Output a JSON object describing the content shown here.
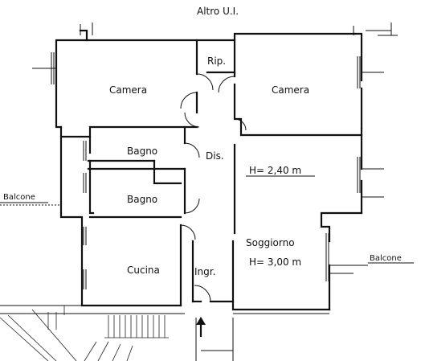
{
  "plan": {
    "header": "Altro U.I.",
    "rooms": {
      "camera_left": "Camera",
      "rip": "Rip.",
      "camera_right": "Camera",
      "bagno_top": "Bagno",
      "dis": "Dis.",
      "height_dis": "H= 2,40 m",
      "balcone_left": "Balcone",
      "bagno_bottom": "Bagno",
      "soggiorno": "Soggiorno",
      "height_soggiorno": "H= 3,00 m",
      "balcone_right": "Balcone",
      "cucina": "Cucina",
      "ingr": "Ingr."
    }
  }
}
